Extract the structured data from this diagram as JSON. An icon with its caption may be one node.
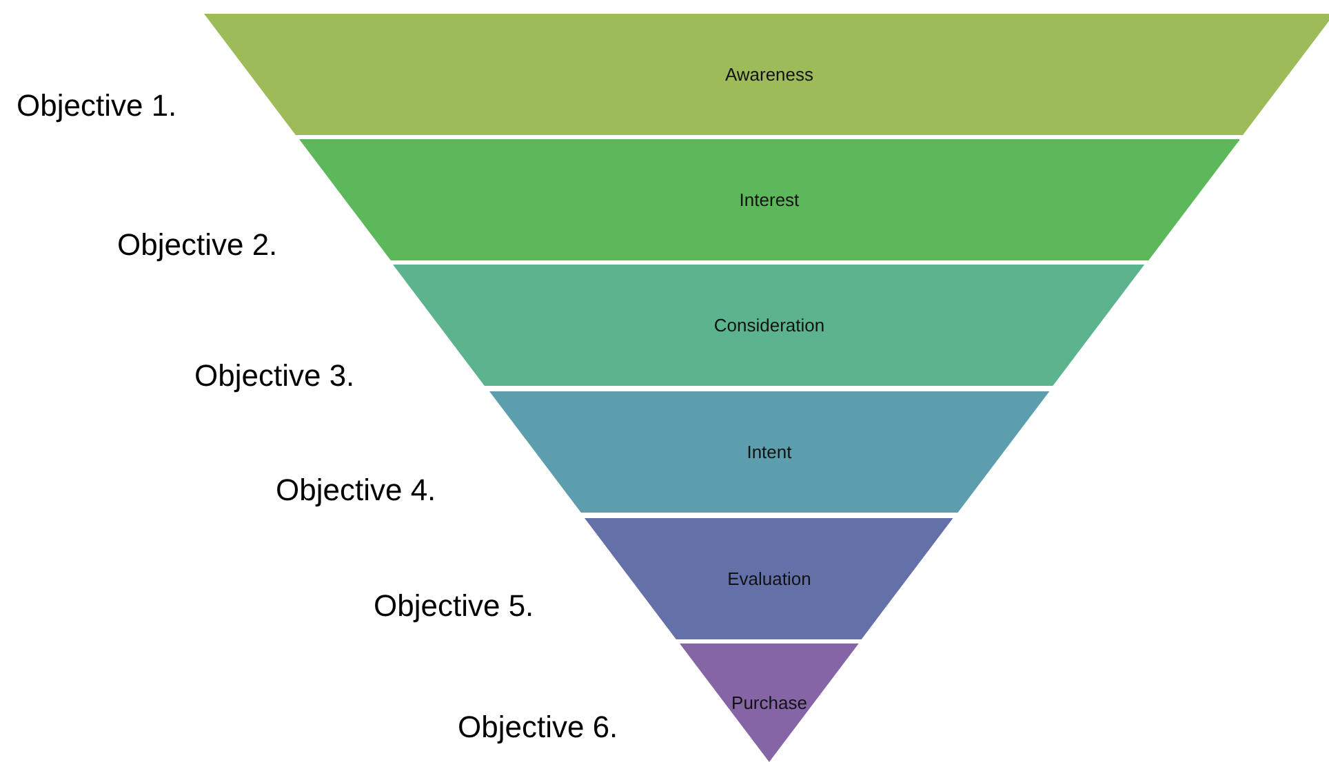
{
  "diagram": {
    "nodes": [
      {
        "text": [
          "Awareness"
        ],
        "beside": [
          "Objective 1."
        ]
      },
      {
        "text": [
          "Interest"
        ],
        "beside": [
          "Objective 2."
        ]
      },
      {
        "text": [
          "Consideration"
        ],
        "beside": [
          "Objective 3."
        ]
      },
      {
        "text": [
          "Intent"
        ],
        "beside": [
          "Objective 4."
        ]
      },
      {
        "text": [
          "Evaluation"
        ],
        "beside": [
          "Objective 5."
        ]
      },
      {
        "text": [
          "Purchase"
        ],
        "beside": [
          "Objective 6."
        ]
      }
    ],
    "edges": []
  }
}
